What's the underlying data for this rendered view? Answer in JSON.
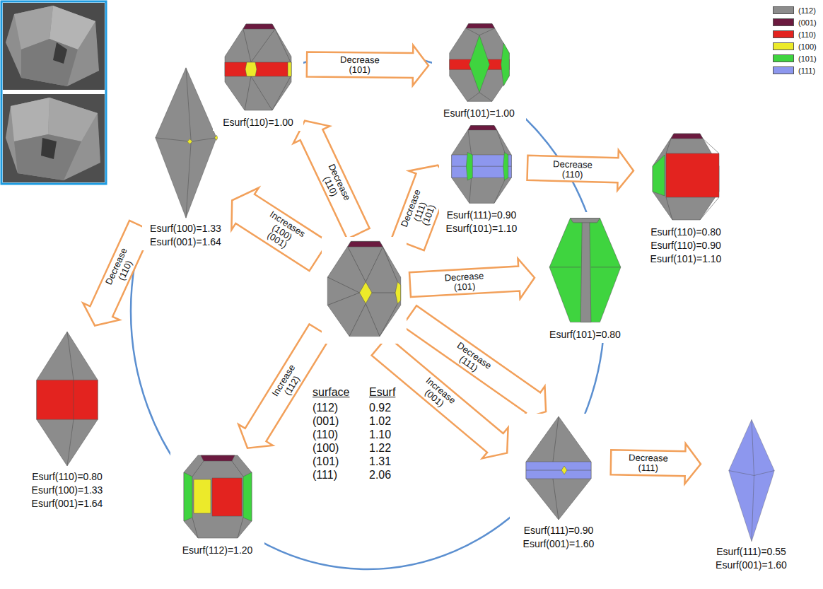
{
  "diagram": {
    "nodes": [
      {
        "text": [
          "Esurf(100)=1.33",
          "Esurf(001)=1.64"
        ]
      },
      {
        "text": [
          "Esurf(110)=1.00"
        ]
      },
      {
        "text": [
          "Esurf(101)=1.00"
        ]
      },
      {
        "text": [
          "Esurf(111)=0.90",
          "Esurf(101)=1.10"
        ]
      },
      {
        "text": [
          "Esurf(110)=0.80",
          "Esurf(110)=0.90",
          "Esurf(101)=1.10"
        ]
      },
      {
        "text": [
          "Esurf(101)=0.80"
        ]
      },
      {
        "text": []
      },
      {
        "text": [
          "Esurf(111)=0.90",
          "Esurf(001)=1.60"
        ]
      },
      {
        "text": [
          "Esurf(111)=0.55",
          "Esurf(001)=1.60"
        ]
      },
      {
        "text": [
          "Esurf(112)=1.20"
        ]
      },
      {
        "text": [
          "Esurf(110)=0.80",
          "Esurf(100)=1.33",
          "Esurf(001)=1.64"
        ]
      }
    ],
    "edges": [
      {
        "from": 6,
        "to": 1,
        "arrow": "to",
        "label": "Decrease (110)"
      },
      {
        "from": 6,
        "to": 0,
        "arrow": "to",
        "label": "Increases (100) (001)"
      },
      {
        "from": 6,
        "to": 3,
        "arrow": "to",
        "label": "Decrease (111) (101)"
      },
      {
        "from": 6,
        "to": 5,
        "arrow": "to",
        "label": "Decrease (101)"
      },
      {
        "from": 6,
        "to": 7,
        "arrow": "to",
        "label": "Decrease (111)"
      },
      {
        "from": 6,
        "to": 7,
        "arrow": "to",
        "label": "Increase (001)"
      },
      {
        "from": 6,
        "to": 9,
        "arrow": "to",
        "label": "Increase (112)"
      },
      {
        "from": 1,
        "to": 2,
        "arrow": "to",
        "label": "Decrease (101)"
      },
      {
        "from": 3,
        "to": 4,
        "arrow": "to",
        "label": "Decrease (110)"
      },
      {
        "from": 7,
        "to": 8,
        "arrow": "to",
        "label": "Decrease (111)"
      },
      {
        "from": 0,
        "to": 10,
        "arrow": "to",
        "label": "Decrease (110)"
      }
    ],
    "labels": [
      "surface",
      "Esurf",
      "(112)",
      "0.92",
      "(001)",
      "1.02",
      "(110)",
      "1.10",
      "(100)",
      "1.22",
      "(101)",
      "1.31",
      "(111)",
      "2.06"
    ],
    "legend": [
      {
        "text": "(112)",
        "color": "#8c8c8c"
      },
      {
        "text": "(001)",
        "color": "#6b1a3f"
      },
      {
        "text": "(110)",
        "color": "#e3231f"
      },
      {
        "text": "(100)",
        "color": "#ecea2a"
      },
      {
        "text": "(101)",
        "color": "#3fd43f"
      },
      {
        "text": "(111)",
        "color": "#8d97ee"
      }
    ]
  }
}
